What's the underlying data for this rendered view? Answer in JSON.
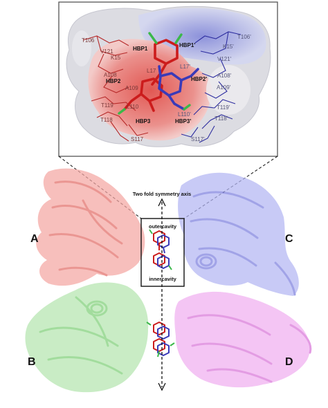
{
  "inset": {
    "pockets": {
      "hbp1": "HBP1",
      "hbp1p": "HBP1'",
      "hbp2": "HBP2",
      "hbp2p": "HBP2'",
      "hbp3": "HBP3",
      "hbp3p": "HBP3'"
    },
    "residues_chain_a": {
      "t106": "T106",
      "v121": "V121",
      "k15": "K15",
      "a108": "A108",
      "l17": "L17",
      "a109": "A109",
      "t119": "T119",
      "l110": "L110",
      "t118": "T118",
      "s117": "S117"
    },
    "residues_chain_c": {
      "t106": "T106'",
      "k15": "K15'",
      "v121": "V121'",
      "l17": "L17'",
      "a108": "A108'",
      "a109": "A109'",
      "t119": "T119'",
      "l110": "L110'",
      "t118": "T118'",
      "s117": "S117'"
    }
  },
  "main": {
    "axis_label": "Two fold symmetry axis",
    "outer_cavity_label": "outercavity",
    "inner_cavity_label": "innercavity",
    "chains": {
      "a": "A",
      "b": "B",
      "c": "C",
      "d": "D"
    }
  },
  "colors": {
    "chain_a": "#f4a7a3",
    "chain_b": "#b5e6b0",
    "chain_c": "#b3b6f3",
    "chain_d": "#f0b0f0",
    "ligand_red": "#cc1c1c",
    "ligand_blue": "#3a3ab8",
    "halogen": "#3bb84a"
  }
}
